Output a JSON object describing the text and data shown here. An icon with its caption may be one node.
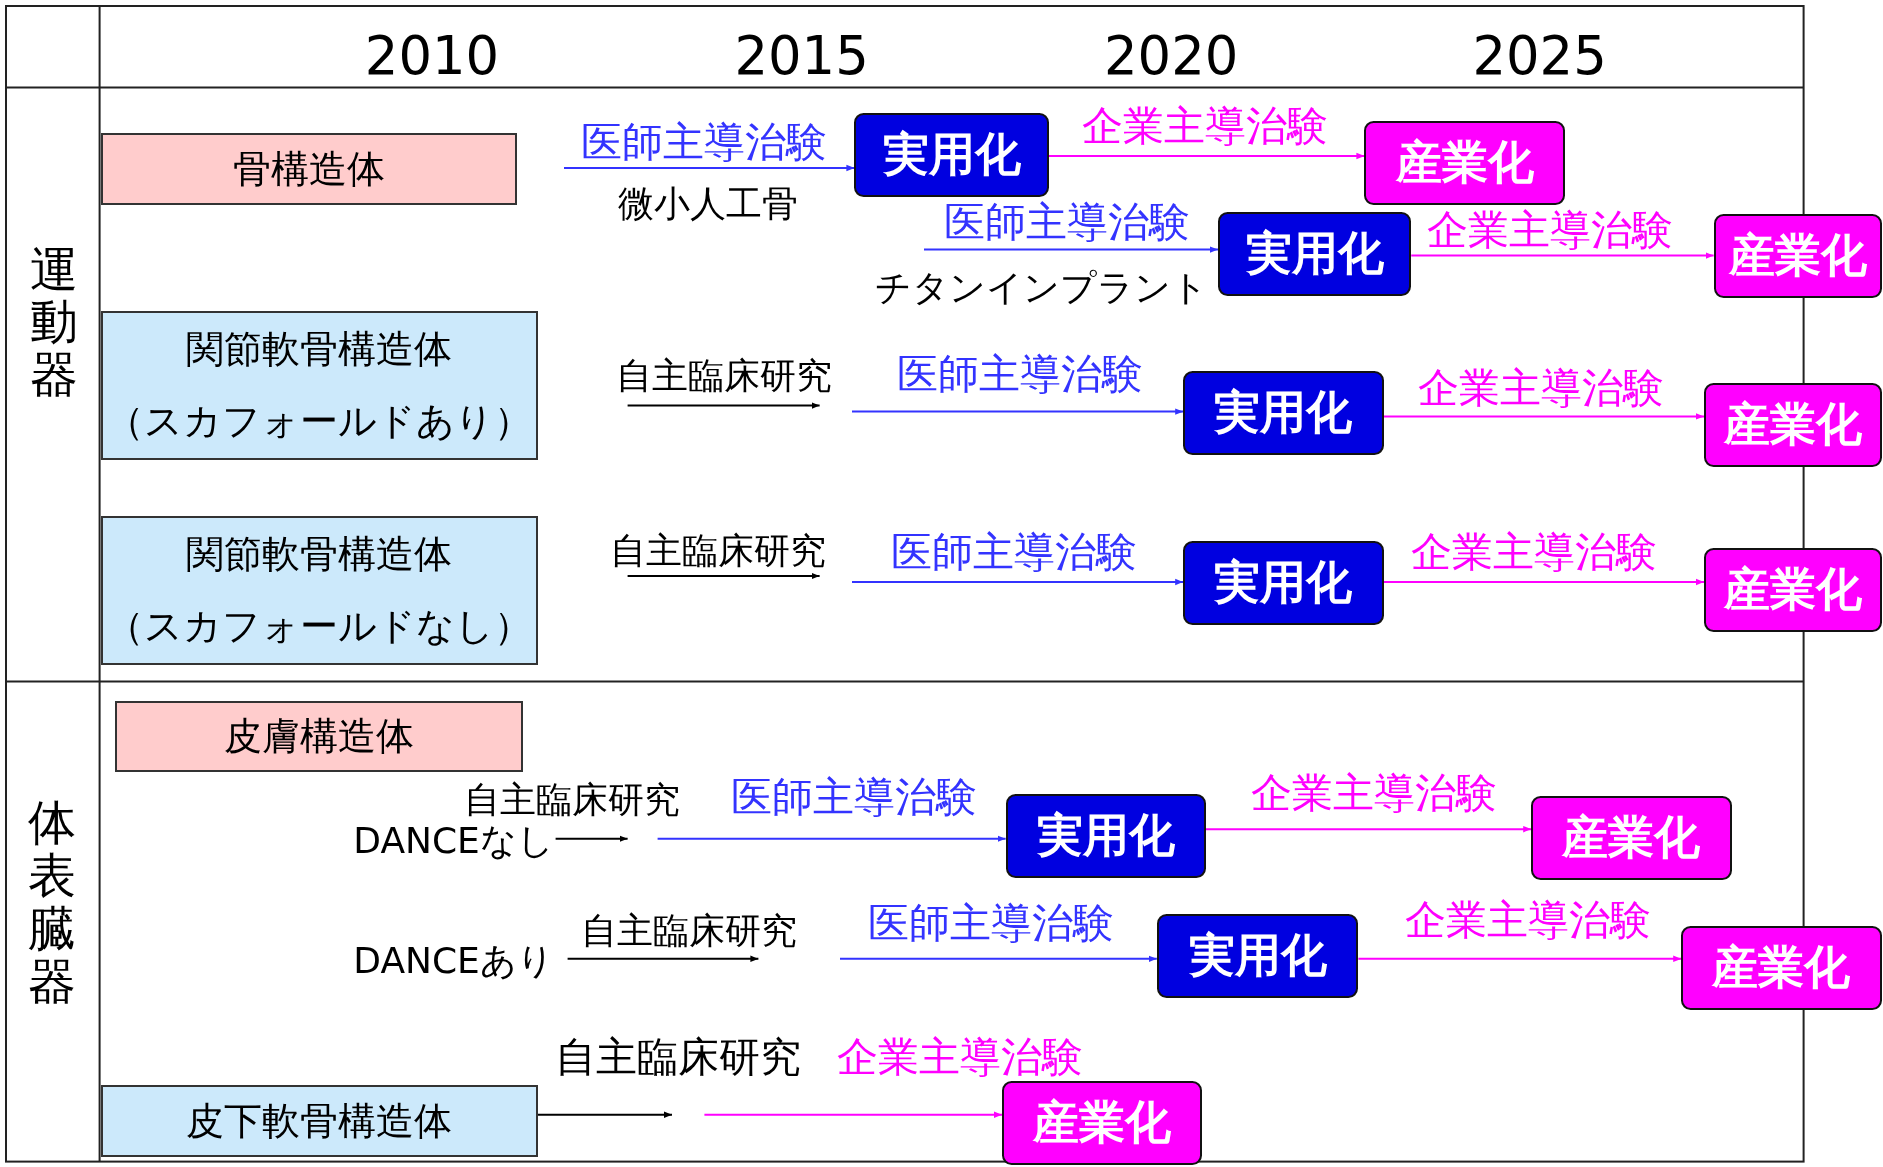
{
  "diagram": {
    "nodes": [
      {
        "text": [
          "骨構造体"
        ]
      },
      {
        "text": [
          "実用化"
        ]
      },
      {
        "text": [
          "産業化"
        ]
      },
      {
        "text": [
          "実用化"
        ]
      },
      {
        "text": [
          "産業化"
        ]
      },
      {
        "text": [
          "関節軟骨構造体",
          "（スカフォールドあり）"
        ]
      },
      {
        "text": [
          "実用化"
        ]
      },
      {
        "text": [
          "産業化"
        ]
      },
      {
        "text": [
          "関節軟骨構造体",
          "（スカフォールドなし）"
        ]
      },
      {
        "text": [
          "実用化"
        ]
      },
      {
        "text": [
          "産業化"
        ]
      },
      {
        "text": [
          "皮膚構造体"
        ]
      },
      {
        "text": [
          "実用化"
        ]
      },
      {
        "text": [
          "産業化"
        ]
      },
      {
        "text": [
          "実用化"
        ]
      },
      {
        "text": [
          "産業化"
        ]
      },
      {
        "text": [
          "皮下軟骨構造体"
        ]
      },
      {
        "text": [
          "産業化"
        ]
      }
    ],
    "edges": [
      {
        "from": null,
        "to": 1,
        "arrow": "to",
        "label": "医師主導治験",
        "color": "#3333ff"
      },
      {
        "from": 1,
        "to": 2,
        "arrow": "to",
        "label": "企業主導治験"
      },
      {
        "from": null,
        "to": 3,
        "arrow": "to",
        "label": "医師主導治験",
        "color": "#3333ff"
      },
      {
        "from": 3,
        "to": 4,
        "arrow": "to",
        "label": "企業主導治験"
      },
      {
        "from": null,
        "to": 6,
        "arrow": "to",
        "label": "医師主導治験",
        "color": "#3333ff"
      },
      {
        "from": 6,
        "to": 7,
        "arrow": "to",
        "label": "企業主導治験"
      },
      {
        "from": null,
        "to": 9,
        "arrow": "to",
        "label": "医師主導治験",
        "color": "#3333ff"
      },
      {
        "from": 9,
        "to": 10,
        "arrow": "to",
        "label": "企業主導治験"
      },
      {
        "from": null,
        "to": 12,
        "arrow": "to",
        "label": "医師主導治験",
        "color": "#3333ff"
      },
      {
        "from": 12,
        "to": 13,
        "arrow": "to",
        "label": "企業主導治験"
      },
      {
        "from": null,
        "to": 14,
        "arrow": "to",
        "label": "医師主導治験",
        "color": "#3333ff"
      },
      {
        "from": 14,
        "to": 15,
        "arrow": "to",
        "label": "企業主導治験"
      },
      {
        "from": 16,
        "to": null,
        "arrow": "to",
        "label": "自主臨床研究",
        "color": "#000000"
      },
      {
        "from": null,
        "to": 17,
        "arrow": "to",
        "label": "企業主導治験"
      }
    ],
    "labels": [
      "2010",
      "2015",
      "2020",
      "2025",
      "運動器",
      "微小人工骨",
      "チタンインプラント",
      "自主臨床研究",
      "自主臨床研究",
      "体表臓器",
      "自主臨床研究",
      "DANCEなし",
      "DANCEあり",
      "自主臨床研究"
    ]
  }
}
